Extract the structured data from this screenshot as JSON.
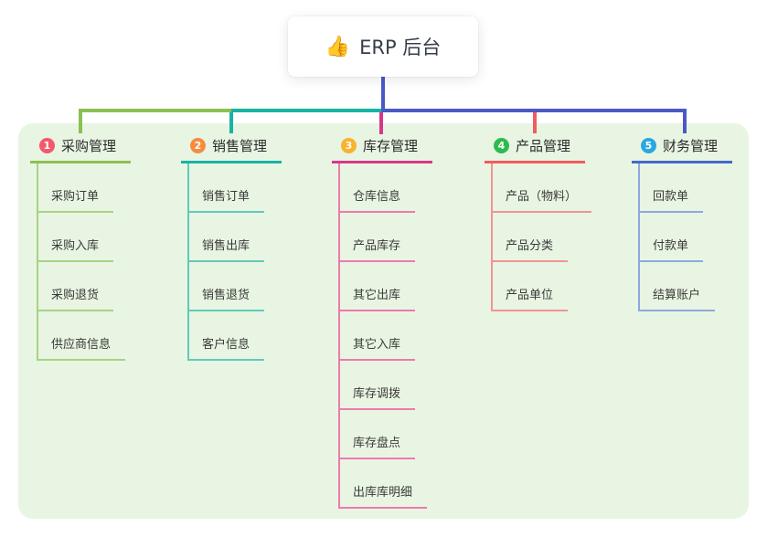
{
  "root": {
    "icon": "👍",
    "label": "ERP 后台"
  },
  "branches": [
    {
      "index": "1",
      "title": "采购管理",
      "badge_color": "#f4586c",
      "line_color": "#8bc052",
      "child_line_color": "#a9d284",
      "children": [
        "采购订单",
        "采购入库",
        "采购退货",
        "供应商信息"
      ]
    },
    {
      "index": "2",
      "title": "销售管理",
      "badge_color": "#f68c3f",
      "line_color": "#17b3a3",
      "child_line_color": "#61cabb",
      "children": [
        "销售订单",
        "销售出库",
        "销售退货",
        "客户信息"
      ]
    },
    {
      "index": "3",
      "title": "库存管理",
      "badge_color": "#f9b32f",
      "line_color": "#d9368b",
      "child_line_color": "#ee79b1",
      "children": [
        "仓库信息",
        "产品库存",
        "其它出库",
        "其它入库",
        "库存调拨",
        "库存盘点",
        "出库库明细"
      ]
    },
    {
      "index": "4",
      "title": "产品管理",
      "badge_color": "#2eba50",
      "line_color": "#f15b5e",
      "child_line_color": "#f49393",
      "children": [
        "产品（物料）",
        "产品分类",
        "产品单位"
      ]
    },
    {
      "index": "5",
      "title": "财务管理",
      "badge_color": "#2ba7df",
      "line_color": "#4668c8",
      "child_line_color": "#8fa7e0",
      "children": [
        "回款单",
        "付款单",
        "结算账户"
      ]
    }
  ],
  "colors": {
    "panel_bg": "#e8f5e2",
    "root_stem_blue": "#4a59c6",
    "connector_green": "#8bc052",
    "connector_teal": "#17b3a3",
    "connector_blue": "#4a59c6",
    "drop_magenta": "#d9368b",
    "drop_red": "#f15b5e"
  }
}
